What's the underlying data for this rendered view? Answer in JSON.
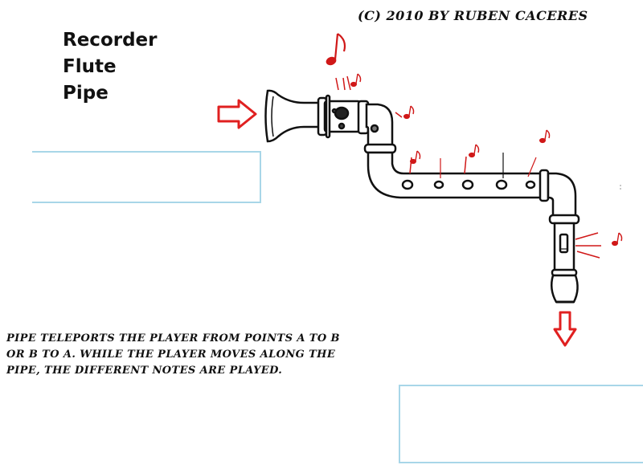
{
  "title": {
    "lines": [
      "Recorder",
      "Flute",
      "Pipe"
    ]
  },
  "copyright": "(c) 2010 by Ruben Caceres",
  "description": "Pipe teleports the player from points A to B or B to A. While the player moves along the pipe, the different notes are played.",
  "colors": {
    "arrow": "#e02020",
    "note": "#d01818",
    "platform_border": "#a8d6e8",
    "pipe_stroke": "#111111"
  },
  "icons": {
    "entry_arrow": "arrow-right-icon",
    "exit_arrow": "arrow-down-icon",
    "notes": "music-note-icon"
  }
}
